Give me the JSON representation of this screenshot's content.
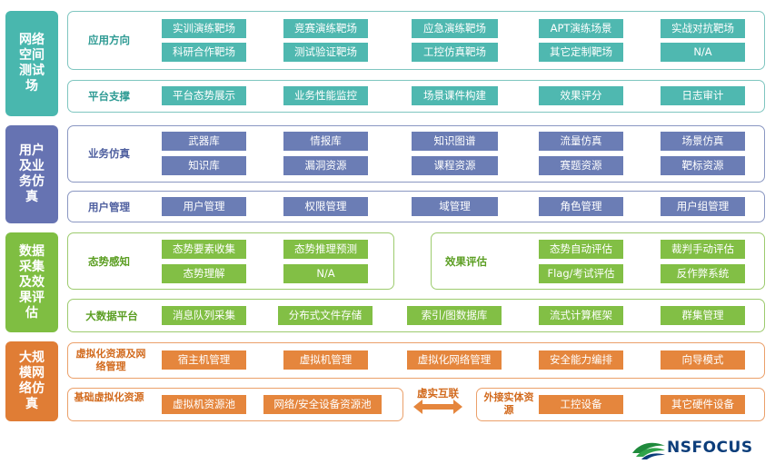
{
  "layers": [
    {
      "title": "网络空间测试场",
      "color": "#49b7ae"
    },
    {
      "title": "用户及业务仿真",
      "color": "#6673b2"
    },
    {
      "title": "数据采集及效果评估",
      "color": "#7fbe42"
    },
    {
      "title": "大规模网络仿真",
      "color": "#e07d35"
    }
  ],
  "range": {
    "application": {
      "label": "应用方向",
      "items": [
        "实训演练靶场",
        "竞赛演练靶场",
        "应急演练靶场",
        "APT演练场景",
        "实战对抗靶场",
        "科研合作靶场",
        "测试验证靶场",
        "工控仿真靶场",
        "其它定制靶场",
        "N/A"
      ]
    },
    "platform": {
      "label": "平台支撑",
      "items": [
        "平台态势展示",
        "业务性能监控",
        "场景课件构建",
        "效果评分",
        "日志审计"
      ]
    }
  },
  "business": {
    "simulation": {
      "label": "业务仿真",
      "items": [
        "武器库",
        "情报库",
        "知识图谱",
        "流量仿真",
        "场景仿真",
        "知识库",
        "漏洞资源",
        "课程资源",
        "赛题资源",
        "靶标资源"
      ]
    },
    "users": {
      "label": "用户管理",
      "items": [
        "用户管理",
        "权限管理",
        "域管理",
        "角色管理",
        "用户组管理"
      ]
    }
  },
  "data": {
    "situation": {
      "label": "态势感知",
      "items": [
        "态势要素收集",
        "态势推理预测",
        "态势理解",
        "N/A"
      ]
    },
    "evaluation": {
      "label": "效果评估",
      "items": [
        "态势自动评估",
        "裁判手动评估",
        "Flag/考试评估",
        "反作弊系统"
      ]
    },
    "bigdata": {
      "label": "大数据平台",
      "items": [
        "消息队列采集",
        "分布式文件存储",
        "索引/图数据库",
        "流式计算框架",
        "群集管理"
      ]
    }
  },
  "network": {
    "virtualization": {
      "label": "虚拟化资源及网络管理",
      "items": [
        "宿主机管理",
        "虚拟机管理",
        "虚拟化网络管理",
        "安全能力编排",
        "向导模式"
      ]
    },
    "basic": {
      "label": "基础虚拟化资源",
      "items": [
        "虚拟机资源池",
        "网络/安全设备资源池"
      ]
    },
    "interconnect": "虚实互联",
    "physical": {
      "label": "外接实体资源",
      "items": [
        "工控设备",
        "其它硬件设备"
      ]
    }
  },
  "logo": {
    "text": "NSFOCUS",
    "mark": "nsfocus-wing-logo"
  }
}
